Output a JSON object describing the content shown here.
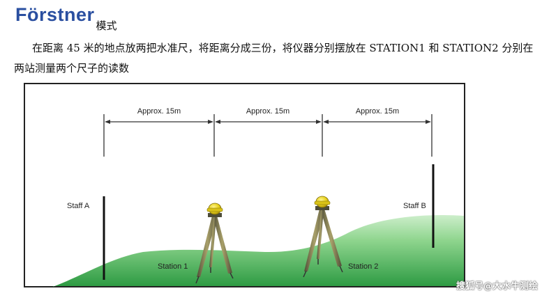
{
  "heading": {
    "brand": "Förstner",
    "mode": "模式"
  },
  "description": "在距离 45 米的地点放两把水准尺，将距离分成三份，将仪器分别摆放在 STATION1 和 STATION2 分别在两站测量两个尺子的读数",
  "diagram": {
    "segments": [
      {
        "label": "Approx. 15m"
      },
      {
        "label": "Approx. 15m"
      },
      {
        "label": "Approx. 15m"
      }
    ],
    "staff_a": "Staff A",
    "staff_b": "Staff B",
    "station_1": "Station 1",
    "station_2": "Station 2"
  },
  "colors": {
    "brand": "#2a4fa0",
    "ground_light": "#c9ecc6",
    "ground_dark": "#2f9a43",
    "tripod": "#6b6a4e",
    "instrument": "#e8d21e",
    "frame": "#222222"
  },
  "watermark": "搜狐号@大水牛测绘"
}
